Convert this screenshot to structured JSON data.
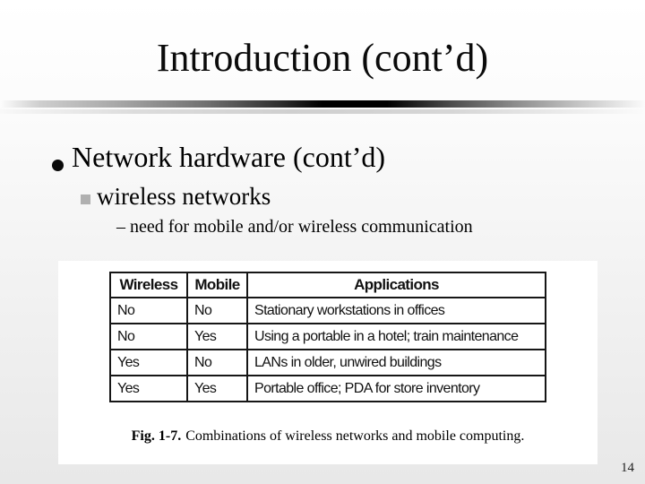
{
  "slide": {
    "title": "Introduction (cont’d)",
    "page_number": "14"
  },
  "bullets": {
    "level1": {
      "glyph": "filled-black-circle",
      "label": "Network hardware (cont’d)"
    },
    "level2": {
      "glyph": "filled-gray-square",
      "label": "wireless networks"
    },
    "level3": {
      "label": "– need for mobile and/or wireless communication"
    }
  },
  "figure": {
    "table": {
      "headers": [
        "Wireless",
        "Mobile",
        "Applications"
      ],
      "rows": [
        [
          "No",
          "No",
          "Stationary workstations in offices"
        ],
        [
          "No",
          "Yes",
          "Using a portable in a hotel; train maintenance"
        ],
        [
          "Yes",
          "No",
          "LANs in older, unwired buildings"
        ],
        [
          "Yes",
          "Yes",
          "Portable office; PDA for store inventory"
        ]
      ]
    },
    "caption": {
      "label": "Fig. 1-7.",
      "text": "Combinations of wireless networks and mobile computing."
    }
  },
  "colors": {
    "slide_bg_top": "#ffffff",
    "slide_bg_bottom": "#e8e8e8",
    "figure_bg": "#ffffff",
    "table_border": "#161616",
    "body_text": "#000000",
    "level2_bullet_gray": "#b0b0b0",
    "page_number_text": "#222222"
  }
}
